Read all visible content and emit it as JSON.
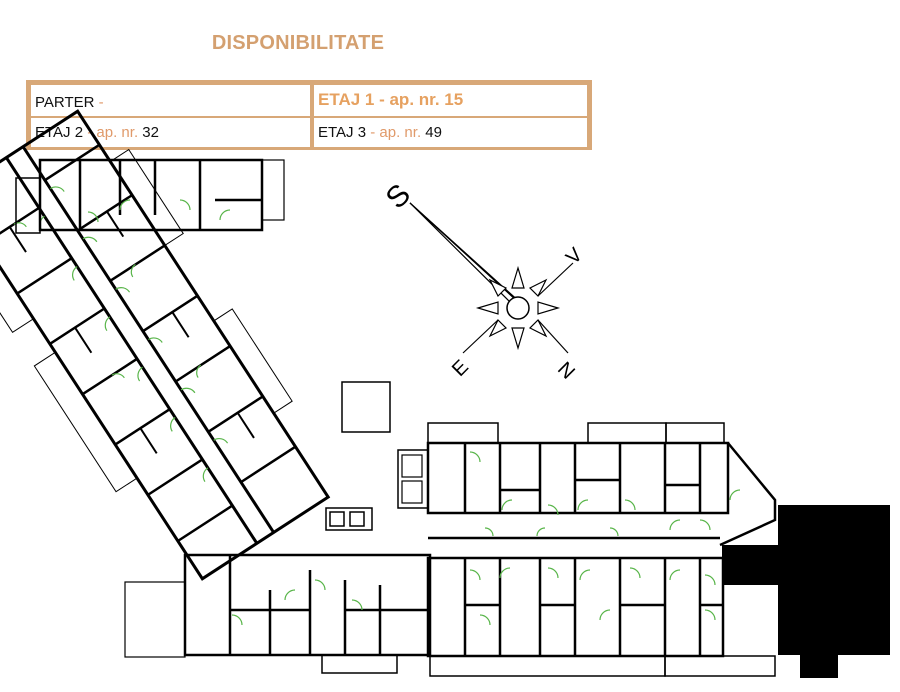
{
  "title": "DISPONIBILITATE",
  "availability": {
    "parter": {
      "label": "PARTER",
      "separator": "-",
      "apartment": ""
    },
    "etaj1": {
      "label": "ETAJ 1",
      "separator": " - ap. nr. ",
      "apartment": "15"
    },
    "etaj2": {
      "label": "ETAJ  2",
      "separator": " - ap. nr. ",
      "apartment": "32"
    },
    "etaj3": {
      "label": "ETAJ 3",
      "separator": " - ap. nr. ",
      "apartment": "49"
    }
  },
  "compass": {
    "s": "S",
    "v": "V",
    "e": "E",
    "n": "N"
  },
  "colors": {
    "accent": "#d8a878",
    "title": "#d4a070",
    "door": "#59b54a",
    "wall": "#000000"
  }
}
